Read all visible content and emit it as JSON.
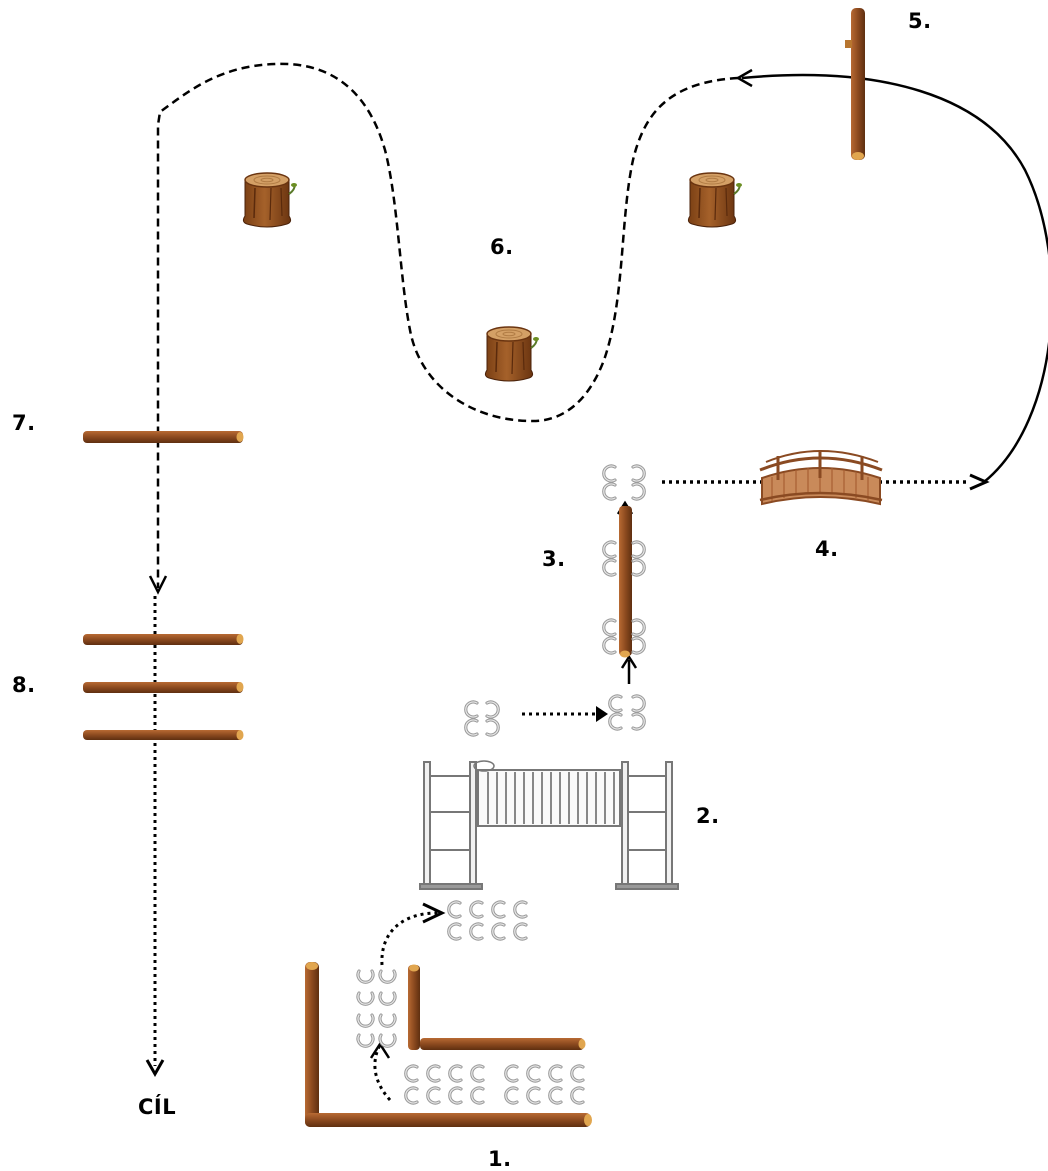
{
  "labels": {
    "station_1": "1.",
    "station_2": "2.",
    "station_3": "3.",
    "station_4": "4.",
    "station_5": "5.",
    "station_6": "6.",
    "station_7": "7.",
    "station_8": "8.",
    "finish": "CÍL"
  },
  "icons": {
    "log": "wooden-log",
    "stump": "tree-stump",
    "hoofprint": "hoofprint",
    "gate": "gate",
    "bridge": "bridge"
  },
  "colors": {
    "wood": "#9a5324",
    "wood_dark": "#5f2f10",
    "wood_end": "#e1a64f",
    "path": "#000000"
  }
}
